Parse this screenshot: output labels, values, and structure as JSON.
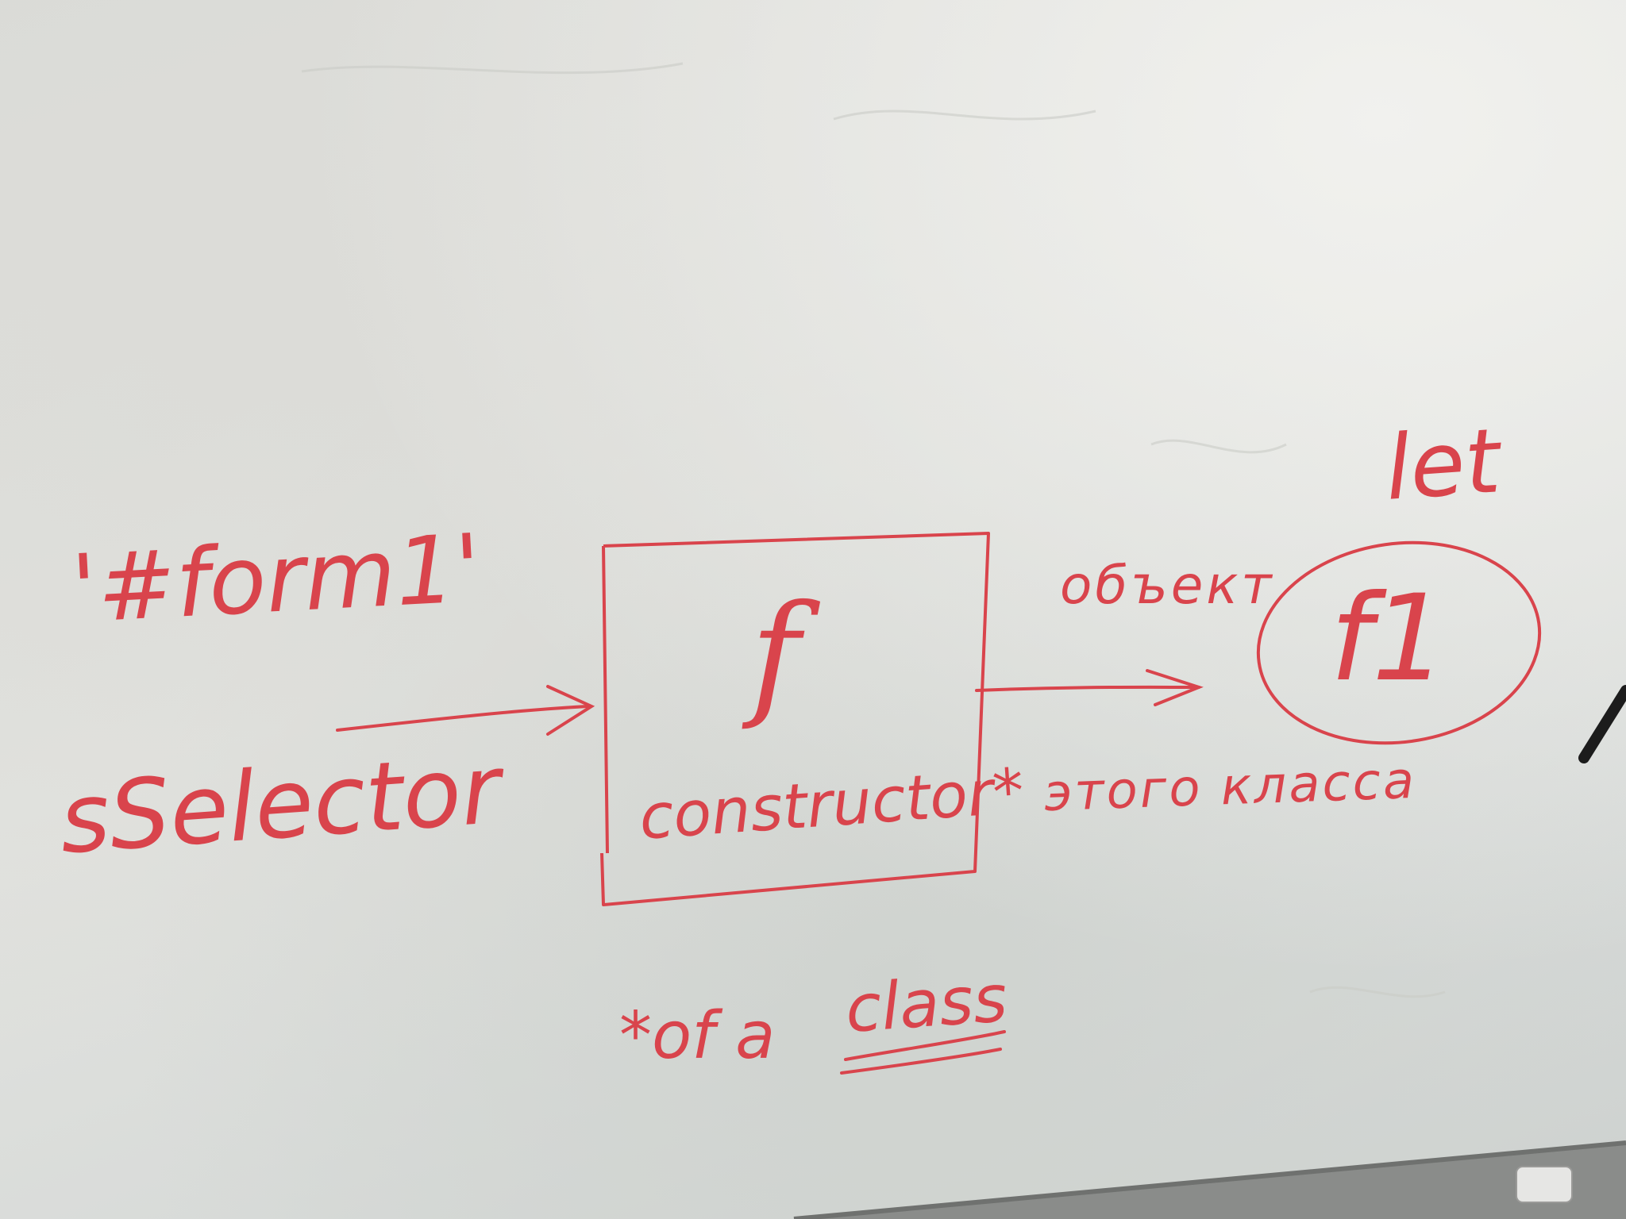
{
  "scene": {
    "description_free": true,
    "ink_color": "#d9444c",
    "board_color": "#dcddd9",
    "tray_color": "#8a8c8a"
  },
  "labels": {
    "input_value": "'#form1'",
    "input_name": "sSelector",
    "box_symbol": "f",
    "box_label": "constructor*",
    "footnote": "*of a",
    "footnote_underlined": "class",
    "output_top": "объект",
    "output_bottom": "этого класса",
    "let_keyword": "let",
    "instance_name": "f1"
  }
}
